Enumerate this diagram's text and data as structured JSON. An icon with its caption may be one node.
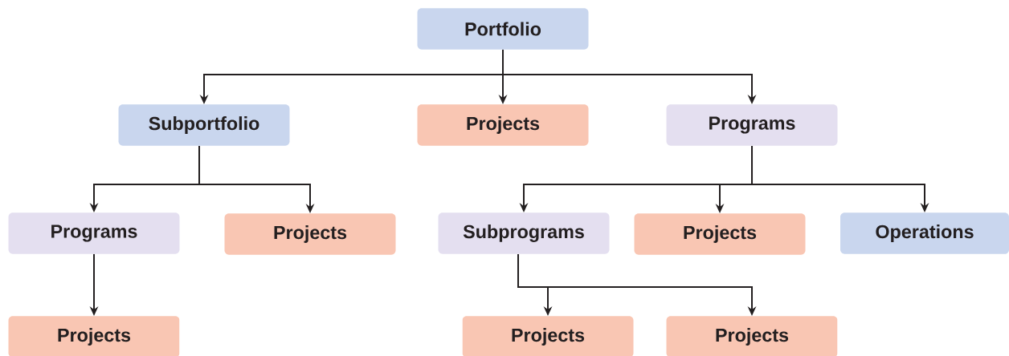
{
  "diagram": {
    "nodes": [
      {
        "text": [
          "Portfolio"
        ]
      },
      {
        "text": [
          "Subportfolio"
        ]
      },
      {
        "text": [
          "Projects"
        ]
      },
      {
        "text": [
          "Programs"
        ]
      },
      {
        "text": [
          "Programs"
        ]
      },
      {
        "text": [
          "Projects"
        ]
      },
      {
        "text": [
          "Subprograms"
        ]
      },
      {
        "text": [
          "Projects"
        ]
      },
      {
        "text": [
          "Operations"
        ]
      },
      {
        "text": [
          "Projects"
        ]
      },
      {
        "text": [
          "Projects"
        ]
      },
      {
        "text": [
          "Projects"
        ]
      }
    ],
    "edges": [
      {
        "from": 0,
        "to": 1,
        "arrow": "to"
      },
      {
        "from": 0,
        "to": 2,
        "arrow": "to"
      },
      {
        "from": 0,
        "to": 3,
        "arrow": "to"
      },
      {
        "from": 1,
        "to": 4,
        "arrow": "to"
      },
      {
        "from": 1,
        "to": 5,
        "arrow": "to"
      },
      {
        "from": 3,
        "to": 6,
        "arrow": "to"
      },
      {
        "from": 3,
        "to": 7,
        "arrow": "to"
      },
      {
        "from": 3,
        "to": 8,
        "arrow": "to"
      },
      {
        "from": 4,
        "to": 9,
        "arrow": "to"
      },
      {
        "from": 6,
        "to": 10,
        "arrow": "to"
      },
      {
        "from": 6,
        "to": 11,
        "arrow": "to"
      }
    ]
  }
}
